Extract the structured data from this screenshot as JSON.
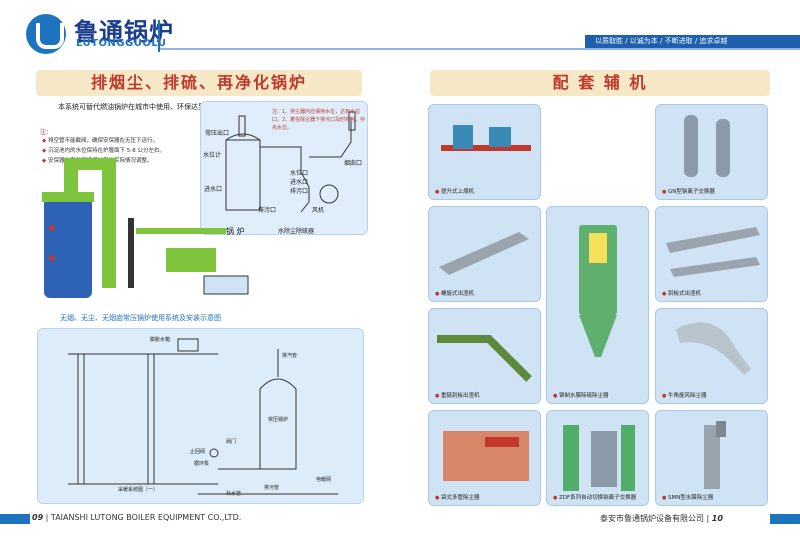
{
  "header": {
    "logo_cn": "鲁通锅炉",
    "logo_en": "LUTONGGUOLU",
    "slogan": "以质取胜 / 以诚为本 / 不断进取 / 追求卓越"
  },
  "left": {
    "title": "排烟尘、排硫、再净化锅炉",
    "intro": "本系统可替代燃油锅炉在城市中使用、环保达到国家卫生城市标准。",
    "notes_label": "注：",
    "notes": [
      "排空管不能截阀，确保安保器在无压下运行。",
      "沉淀池内的水位保持在炉膛面下 5-8 公分左右。",
      "安保器的安装可根据炉房的实际情况调整。"
    ],
    "diagram1_note": "注：1、将尘器内应保持水位，达到水位口。2、着在除尘器下排污口及时排污，补充水位。",
    "diagram1_labels": {
      "pressure_port": "常压出口",
      "level_gauge": "水位计",
      "inlet": "进水口",
      "boiler": "锅 炉",
      "drain": "排污口",
      "fan": "风机",
      "collector": "水除尘除硫器",
      "water_level": "水位口",
      "inlet2": "进水口",
      "outlet": "排污口",
      "chimney": "烟囱口"
    },
    "caption": "无烟、无尘、无烟囱常压锅炉使用系统及安装示意图",
    "diagram2_labels": {
      "expansion_tank": "膨胀水箱",
      "exhaust": "排汽管",
      "boiler": "常压锅炉",
      "valve": "阀门",
      "check_valve": "止回阀",
      "pump": "循环泵",
      "supply": "补水管",
      "drain": "排污管",
      "heater": "电暖网",
      "radiator_title": "采暖系统图（一）"
    }
  },
  "right": {
    "title": "配 套 辅 机",
    "items": [
      "提升式上煤机",
      "GN型钠离子交换器",
      "螺旋式出渣机",
      "刮板式出渣机",
      "重链刮板出渣机",
      "钢制水膜除硫除尘器",
      "牛角旋风除尘器",
      "袋式多管除尘器",
      "ZDF系列自动切换钠离子交换器",
      "SMN型水膜除尘器"
    ]
  },
  "footer": {
    "left_page": "09",
    "left_text": "TAIANSHI LUTONG BOILER EQUIPMENT CO.,LTD.",
    "right_text": "泰安市鲁通锅炉设备有限公司",
    "right_page": "10"
  },
  "colors": {
    "accent": "#1e73be",
    "title_red": "#c0392b",
    "title_bg": "#f6e8c7",
    "card_bg": "#cfe3f5"
  }
}
